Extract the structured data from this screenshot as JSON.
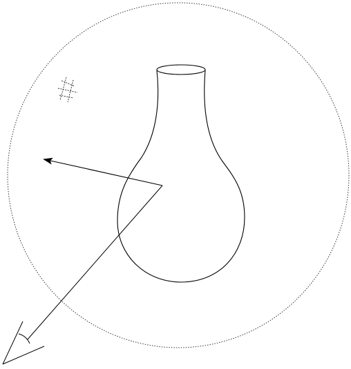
{
  "diagram": {
    "elements": [
      "view-sphere-boundary",
      "vase",
      "camera-frustum",
      "view-direction-arrow",
      "light-arrow",
      "grid-marker"
    ]
  },
  "colors": {
    "background": "#ffffff",
    "stroke": "#000000",
    "dotted_stroke": "#333333"
  }
}
